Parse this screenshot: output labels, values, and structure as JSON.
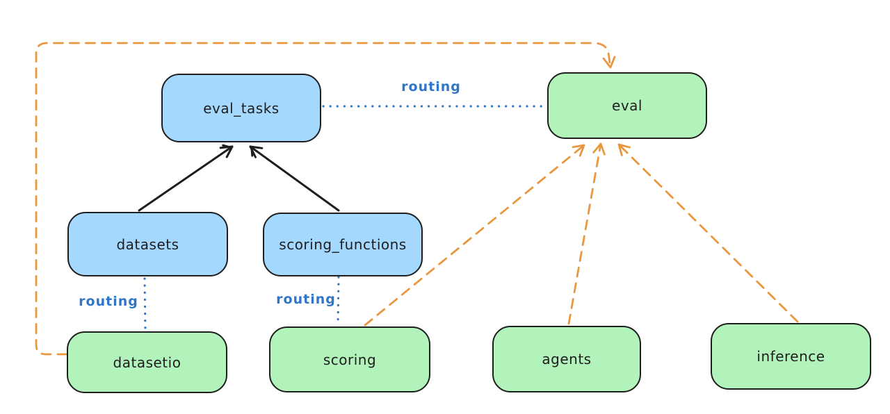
{
  "colors": {
    "background": "#ffffff",
    "node_border": "#1e1e1e",
    "api_fill_blue": "#a5d8ff",
    "provider_fill_green": "#b2f2bb",
    "routing_blue": "#2f76c9",
    "provider_orange": "#e9973f",
    "solid_arrow_black": "#1e1e1e"
  },
  "diagram": {
    "nodes": [
      {
        "id": "eval_tasks",
        "label": "eval_tasks",
        "color": "blue"
      },
      {
        "id": "eval",
        "label": "eval",
        "color": "green"
      },
      {
        "id": "datasets",
        "label": "datasets",
        "color": "blue"
      },
      {
        "id": "scoring_functions",
        "label": "scoring_functions",
        "color": "blue"
      },
      {
        "id": "datasetio",
        "label": "datasetio",
        "color": "green"
      },
      {
        "id": "scoring",
        "label": "scoring",
        "color": "green"
      },
      {
        "id": "agents",
        "label": "agents",
        "color": "green"
      },
      {
        "id": "inference",
        "label": "inference",
        "color": "green"
      }
    ],
    "edges": [
      {
        "from": "datasets",
        "to": "eval_tasks",
        "style": "solid",
        "color": "black",
        "arrow": true,
        "label": ""
      },
      {
        "from": "scoring_functions",
        "to": "eval_tasks",
        "style": "solid",
        "color": "black",
        "arrow": true,
        "label": ""
      },
      {
        "from": "eval_tasks",
        "to": "eval",
        "style": "dotted",
        "color": "blue",
        "arrow": false,
        "label": "routing"
      },
      {
        "from": "datasets",
        "to": "datasetio",
        "style": "dotted",
        "color": "blue",
        "arrow": false,
        "label": "routing"
      },
      {
        "from": "scoring_functions",
        "to": "scoring",
        "style": "dotted",
        "color": "blue",
        "arrow": false,
        "label": "routing"
      },
      {
        "from": "datasetio",
        "to": "eval",
        "style": "dashed",
        "color": "orange",
        "arrow": true,
        "label": ""
      },
      {
        "from": "scoring",
        "to": "eval",
        "style": "dashed",
        "color": "orange",
        "arrow": true,
        "label": ""
      },
      {
        "from": "agents",
        "to": "eval",
        "style": "dashed",
        "color": "orange",
        "arrow": true,
        "label": ""
      },
      {
        "from": "inference",
        "to": "eval",
        "style": "dashed",
        "color": "orange",
        "arrow": true,
        "label": ""
      }
    ]
  }
}
